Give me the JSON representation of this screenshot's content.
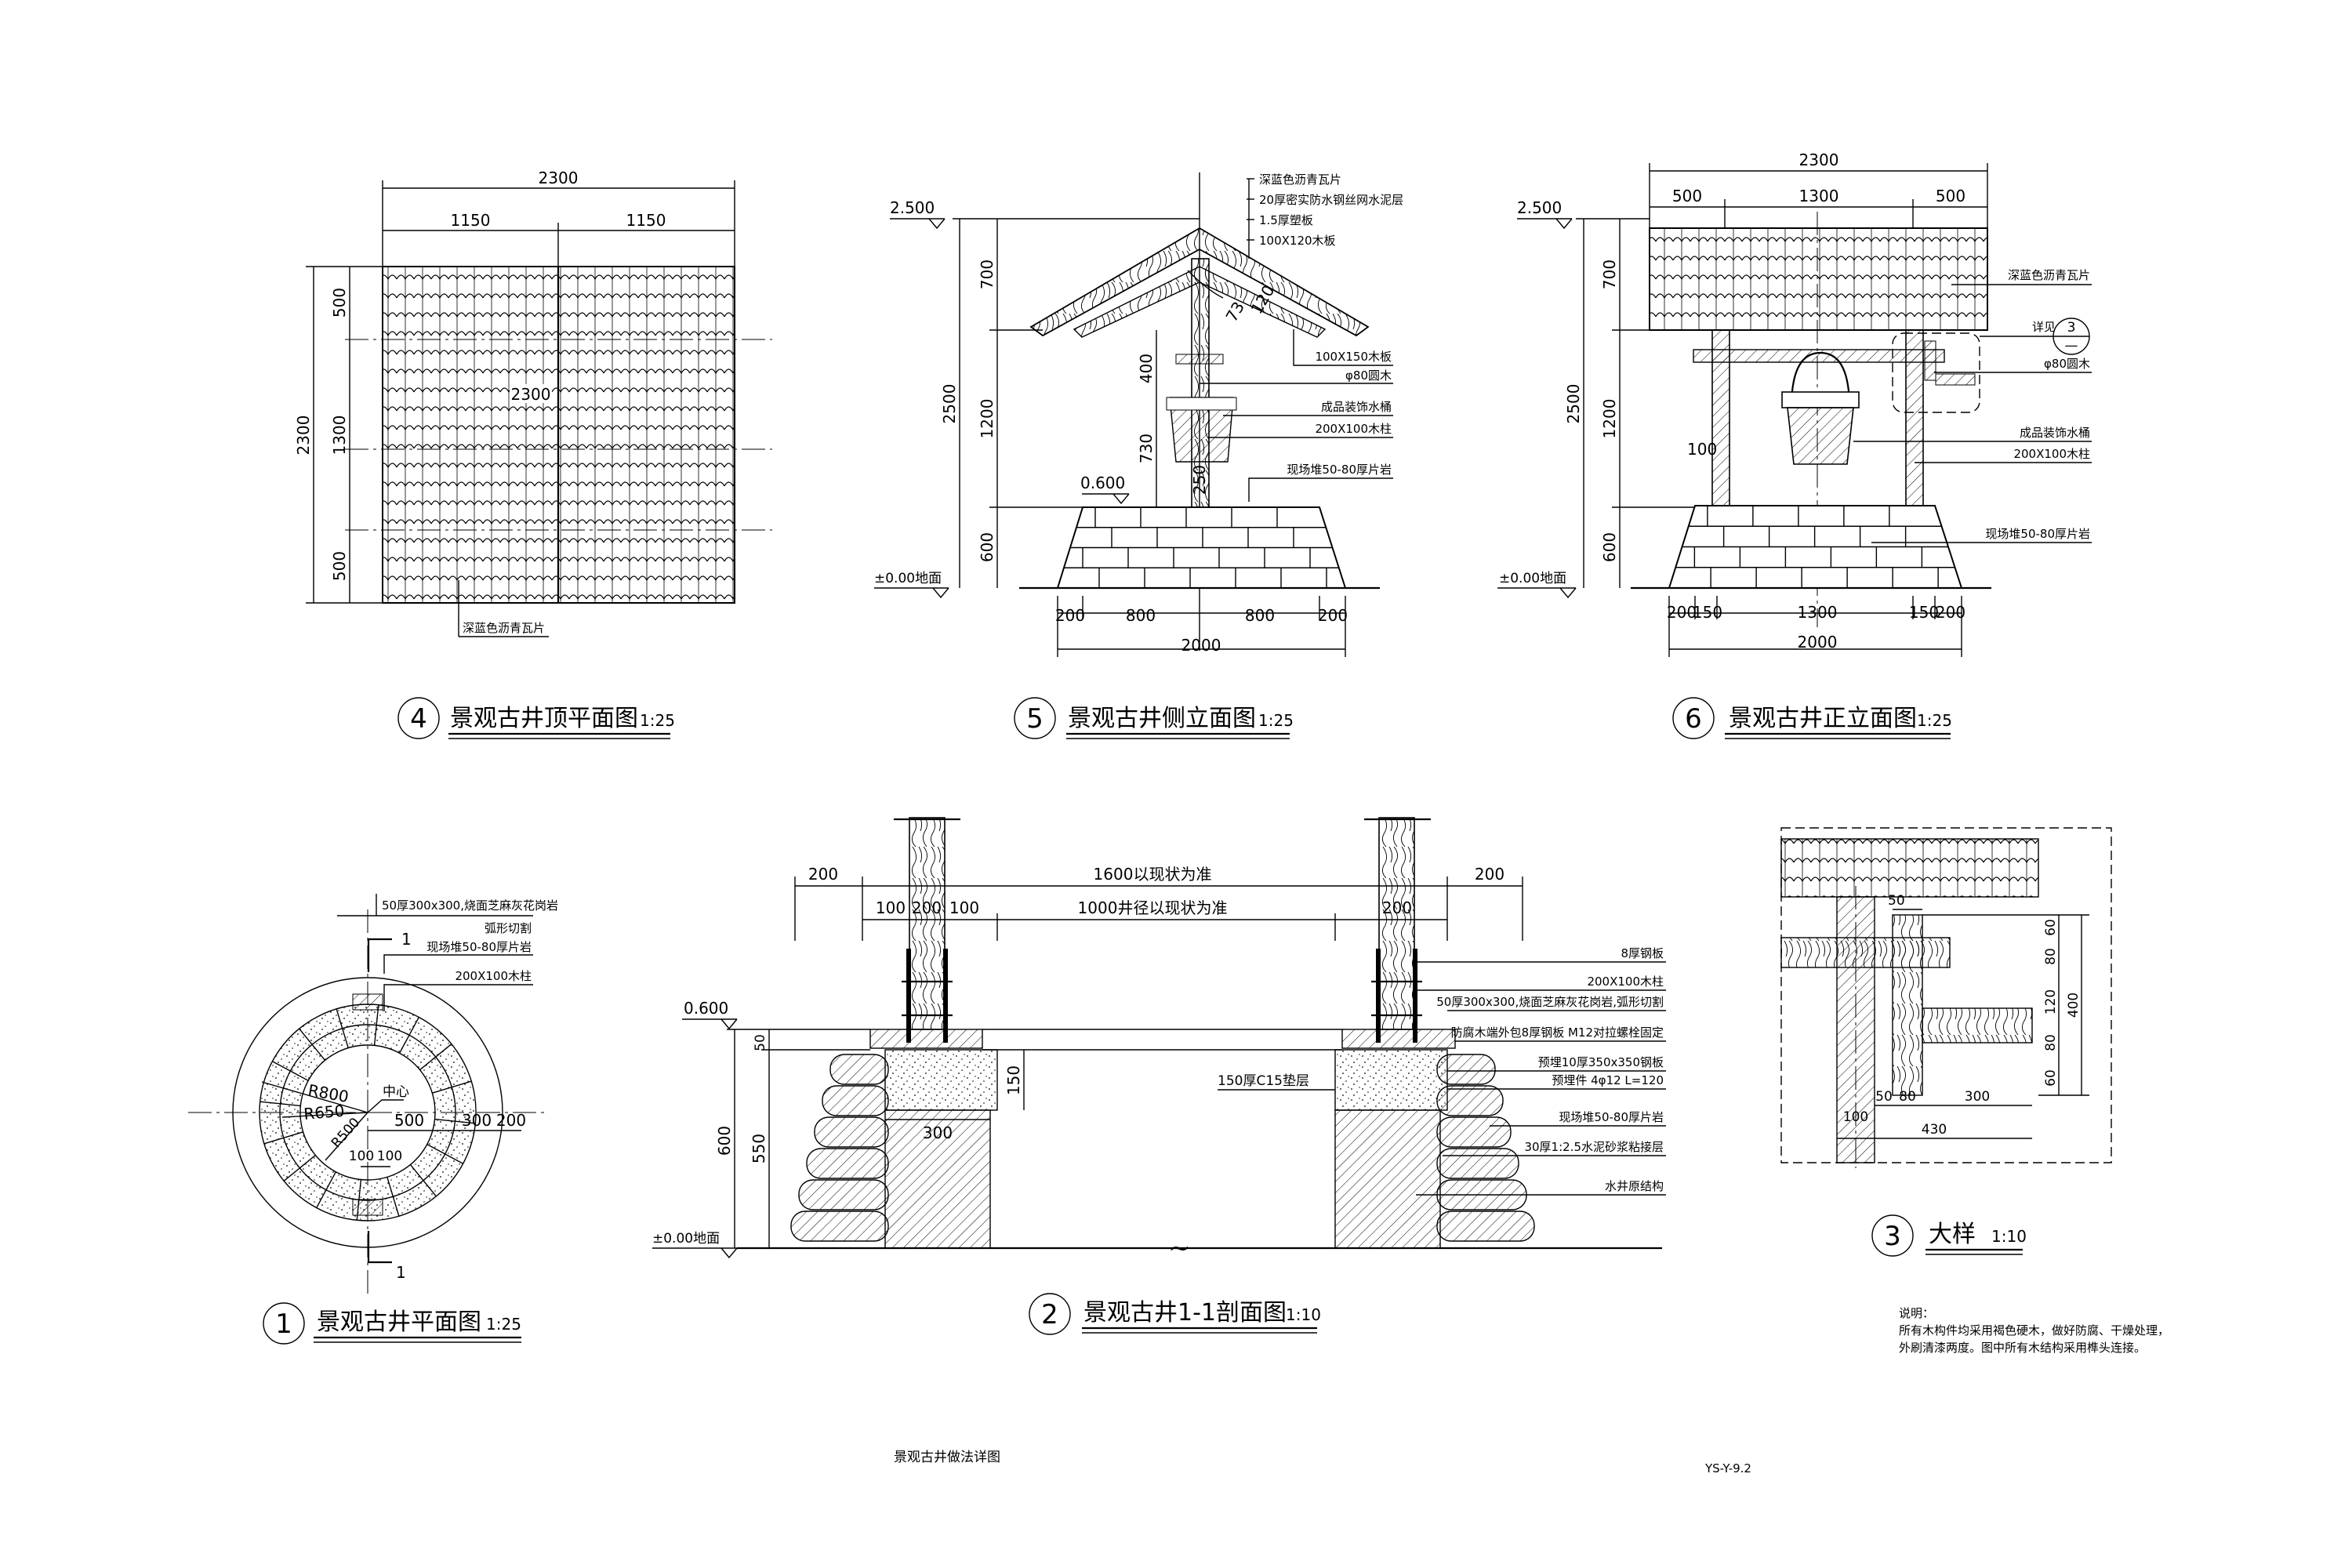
{
  "drawing": {
    "title": "景观古井做法详图",
    "code": "YS-Y-9.2"
  },
  "view4": {
    "num": "4",
    "title": "景观古井顶平面图",
    "scale": "1:25",
    "dims": {
      "total_w": "2300",
      "half_l": "1150",
      "half_r": "1150",
      "total_h": "2300",
      "top": "500",
      "mid": "1300",
      "bot": "500",
      "center": "2300"
    },
    "label": "深蓝色沥青瓦片"
  },
  "view5": {
    "num": "5",
    "title": "景观古井侧立面图",
    "scale": "1:25",
    "levels": {
      "top": "2.500",
      "mid": "0.600",
      "ground": "±0.00地面"
    },
    "vdims": {
      "total": "2500",
      "a": "700",
      "b": "1200",
      "c": "600",
      "i1": "400",
      "i2": "730",
      "i3": "250",
      "r1": "73",
      "r2": "120"
    },
    "bdims": {
      "a": "200",
      "b": "800",
      "c": "800",
      "d": "200",
      "total": "2000"
    },
    "labels": [
      "深蓝色沥青瓦片",
      "20厚密实防水钢丝网水泥层",
      "1.5厚塑板",
      "100X120木板",
      "100X150木板",
      "φ80圆木",
      "成品装饰水桶",
      "200X100木柱",
      "现场堆50-80厚片岩"
    ]
  },
  "view6": {
    "num": "6",
    "title": "景观古井正立面图",
    "scale": "1:25",
    "levels": {
      "top": "2.500",
      "ground": "±0.00地面"
    },
    "tdims": {
      "total": "2300",
      "a": "500",
      "b": "1300",
      "c": "500"
    },
    "vdims": {
      "total": "2500",
      "a": "700",
      "b": "1200",
      "c": "600",
      "post": "100"
    },
    "bdims": {
      "a": "200",
      "b": "150",
      "c": "1300",
      "d": "150",
      "e": "200",
      "total": "2000"
    },
    "detail_ref": {
      "text": "详见",
      "num": "3",
      "sheet": "—"
    },
    "labels": [
      "深蓝色沥青瓦片",
      "φ80圆木",
      "成品装饰水桶",
      "200X100木柱",
      "现场堆50-80厚片岩"
    ]
  },
  "view1": {
    "num": "1",
    "title": "景观古井平面图",
    "scale": "1:25",
    "section_mark": "1",
    "labels": [
      "50厚300x300,烧面芝麻灰花岗岩",
      "弧形切割",
      "现场堆50-80厚片岩",
      "200X100木柱"
    ],
    "dims": {
      "r800": "R800",
      "r650": "R650",
      "r500": "R500",
      "center": "中心",
      "d500": "500",
      "d300": "300",
      "d200": "200",
      "d100a": "100",
      "d100b": "100"
    }
  },
  "view2": {
    "num": "2",
    "title": "景观古井1-1剖面图",
    "scale": "1:10",
    "tdims": {
      "l200": "200",
      "r200": "200",
      "w1600": "1600以现状为准",
      "a100": "100",
      "post": "200",
      "b100": "100",
      "w1000": "1000井径以现状为准",
      "rpost": "200"
    },
    "vdims": {
      "level": "0.600",
      "d50": "50",
      "d150": "150",
      "d600": "600",
      "d550": "550",
      "d300": "300",
      "ground": "±0.00地面",
      "c15": "150厚C15垫层"
    },
    "labels": [
      "8厚钢板",
      "200X100木柱",
      "50厚300x300,烧面芝麻灰花岗岩,弧形切割",
      "防腐木端外包8厚钢板 M12对拉螺栓固定",
      "预埋10厚350x350钢板",
      "预埋件  4φ12      L=120",
      "现场堆50-80厚片岩",
      "30厚1:2.5水泥砂浆粘接层",
      "水井原结构"
    ]
  },
  "view3": {
    "num": "3",
    "title": "大样",
    "scale": "1:10",
    "dims": {
      "top50": "50",
      "v60a": "60",
      "v80a": "80",
      "v120": "120",
      "v80b": "80",
      "v60b": "60",
      "v400": "400",
      "b50": "50",
      "b80": "80",
      "b300": "300",
      "b100": "100",
      "b430": "430"
    }
  },
  "notes": {
    "title": "说明：",
    "lines": [
      "所有木构件均采用褐色硬木，做好防腐、干燥处理，",
      "外刷清漆两度。图中所有木结构采用榫头连接。"
    ]
  }
}
